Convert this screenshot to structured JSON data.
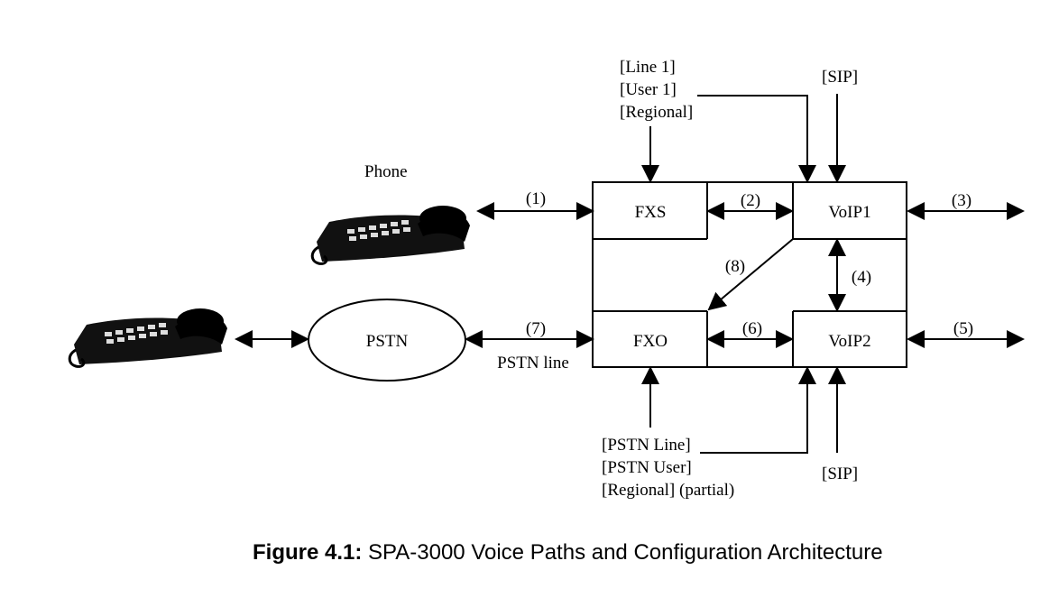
{
  "labels": {
    "phone": "Phone",
    "pstn": "PSTN",
    "pstn_line": "PSTN line",
    "fxs": "FXS",
    "fxo": "FXO",
    "voip1": "VoIP1",
    "voip2": "VoIP2",
    "sip_top": "[SIP]",
    "sip_bottom": "[SIP]",
    "config_top": [
      "[Line 1]",
      "[User 1]",
      "[Regional]"
    ],
    "config_bottom": [
      "[PSTN Line]",
      "[PSTN User]",
      "[Regional] (partial)"
    ]
  },
  "paths": {
    "p1": "(1)",
    "p2": "(2)",
    "p3": "(3)",
    "p4": "(4)",
    "p5": "(5)",
    "p6": "(6)",
    "p7": "(7)",
    "p8": "(8)"
  },
  "caption": {
    "bold": "Figure 4.1:",
    "text": " SPA-3000 Voice Paths and Configuration Architecture"
  },
  "icons": {
    "phone_top": "telephone-icon",
    "phone_left": "telephone-icon"
  }
}
